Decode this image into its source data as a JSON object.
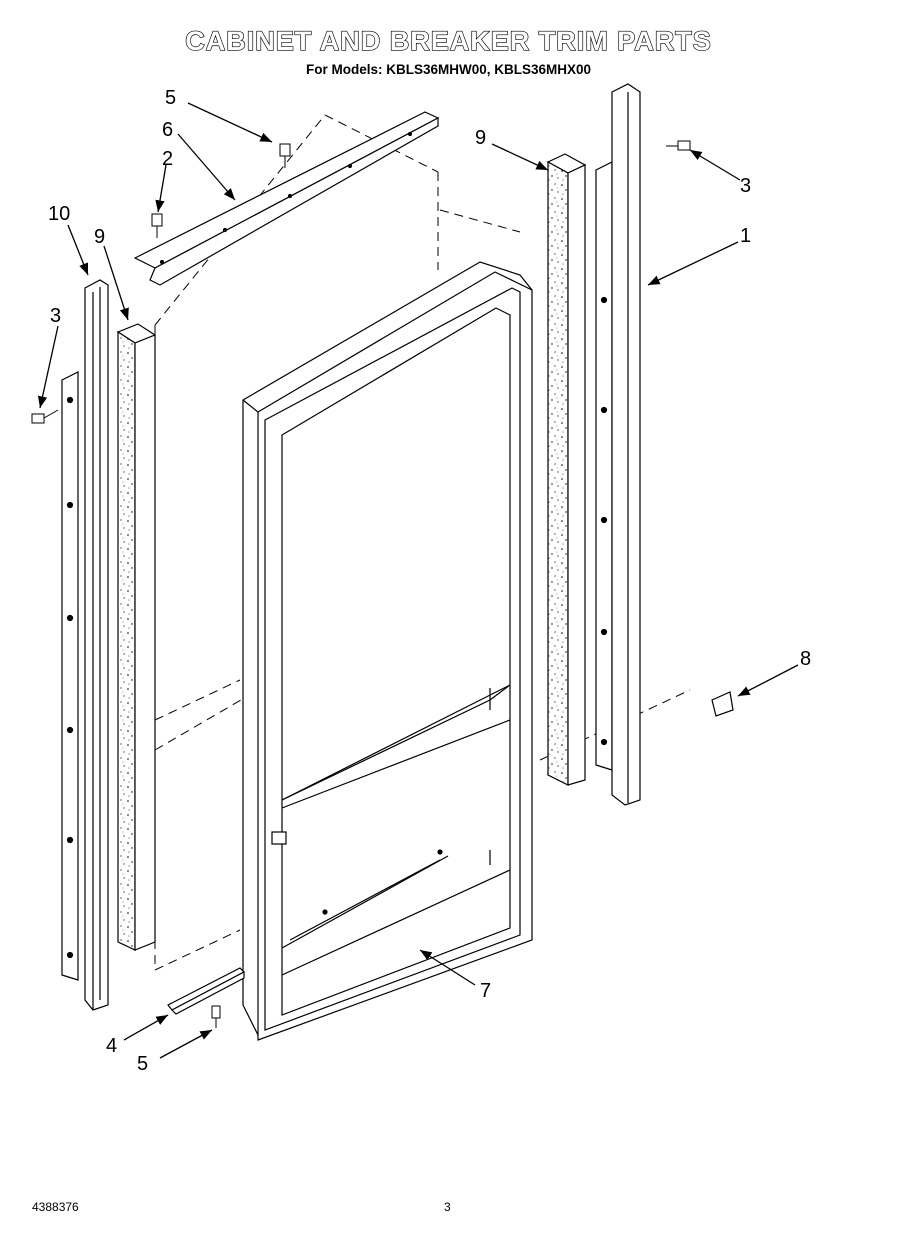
{
  "header": {
    "title": "CABINET AND BREAKER TRIM PARTS",
    "models_line": "For Models: KBLS36MHW00, KBLS36MHX00"
  },
  "callouts": {
    "c1": "1",
    "c2": "2",
    "c3_right": "3",
    "c3_left": "3",
    "c4": "4",
    "c5_top": "5",
    "c5_bottom": "5",
    "c6": "6",
    "c7": "7",
    "c8": "8",
    "c9_left": "9",
    "c9_right": "9",
    "c10": "10"
  },
  "footer": {
    "doc_number": "4388376",
    "page_number": "3"
  }
}
